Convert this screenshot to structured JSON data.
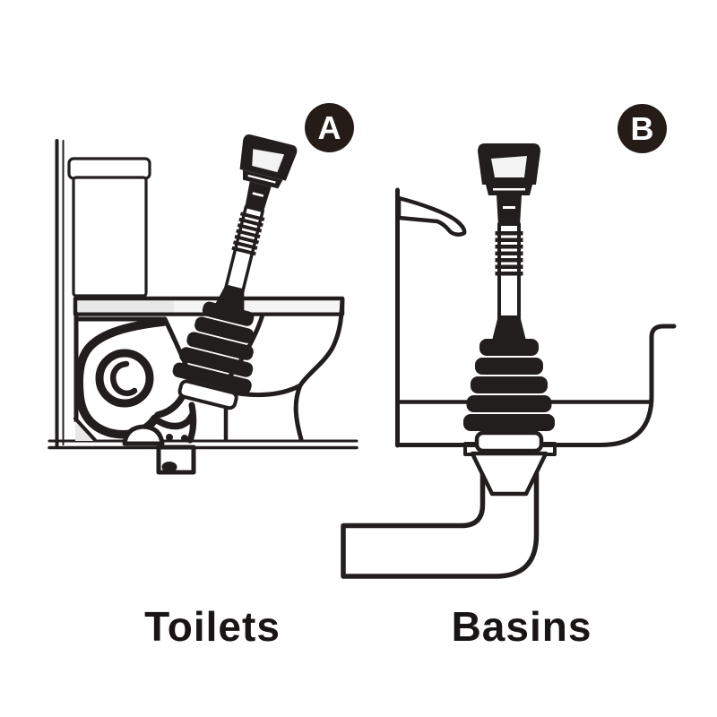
{
  "figure": {
    "type": "instructional-diagram",
    "badges": {
      "a": "A",
      "b": "B"
    },
    "captions": {
      "toilets": "Toilets",
      "basins": "Basins"
    },
    "panels": [
      {
        "badge": "A",
        "label": "Toilets",
        "depicts": "plunger-in-toilet-cutaway"
      },
      {
        "badge": "B",
        "label": "Basins",
        "depicts": "plunger-in-basin-cutaway"
      }
    ],
    "colors": {
      "ink": "#221e1d",
      "badge_bg": "#251c18",
      "paper": "#ffffff",
      "seat_gray": "#e8e8e8",
      "seat_gray_light": "#f4f4f4"
    }
  }
}
